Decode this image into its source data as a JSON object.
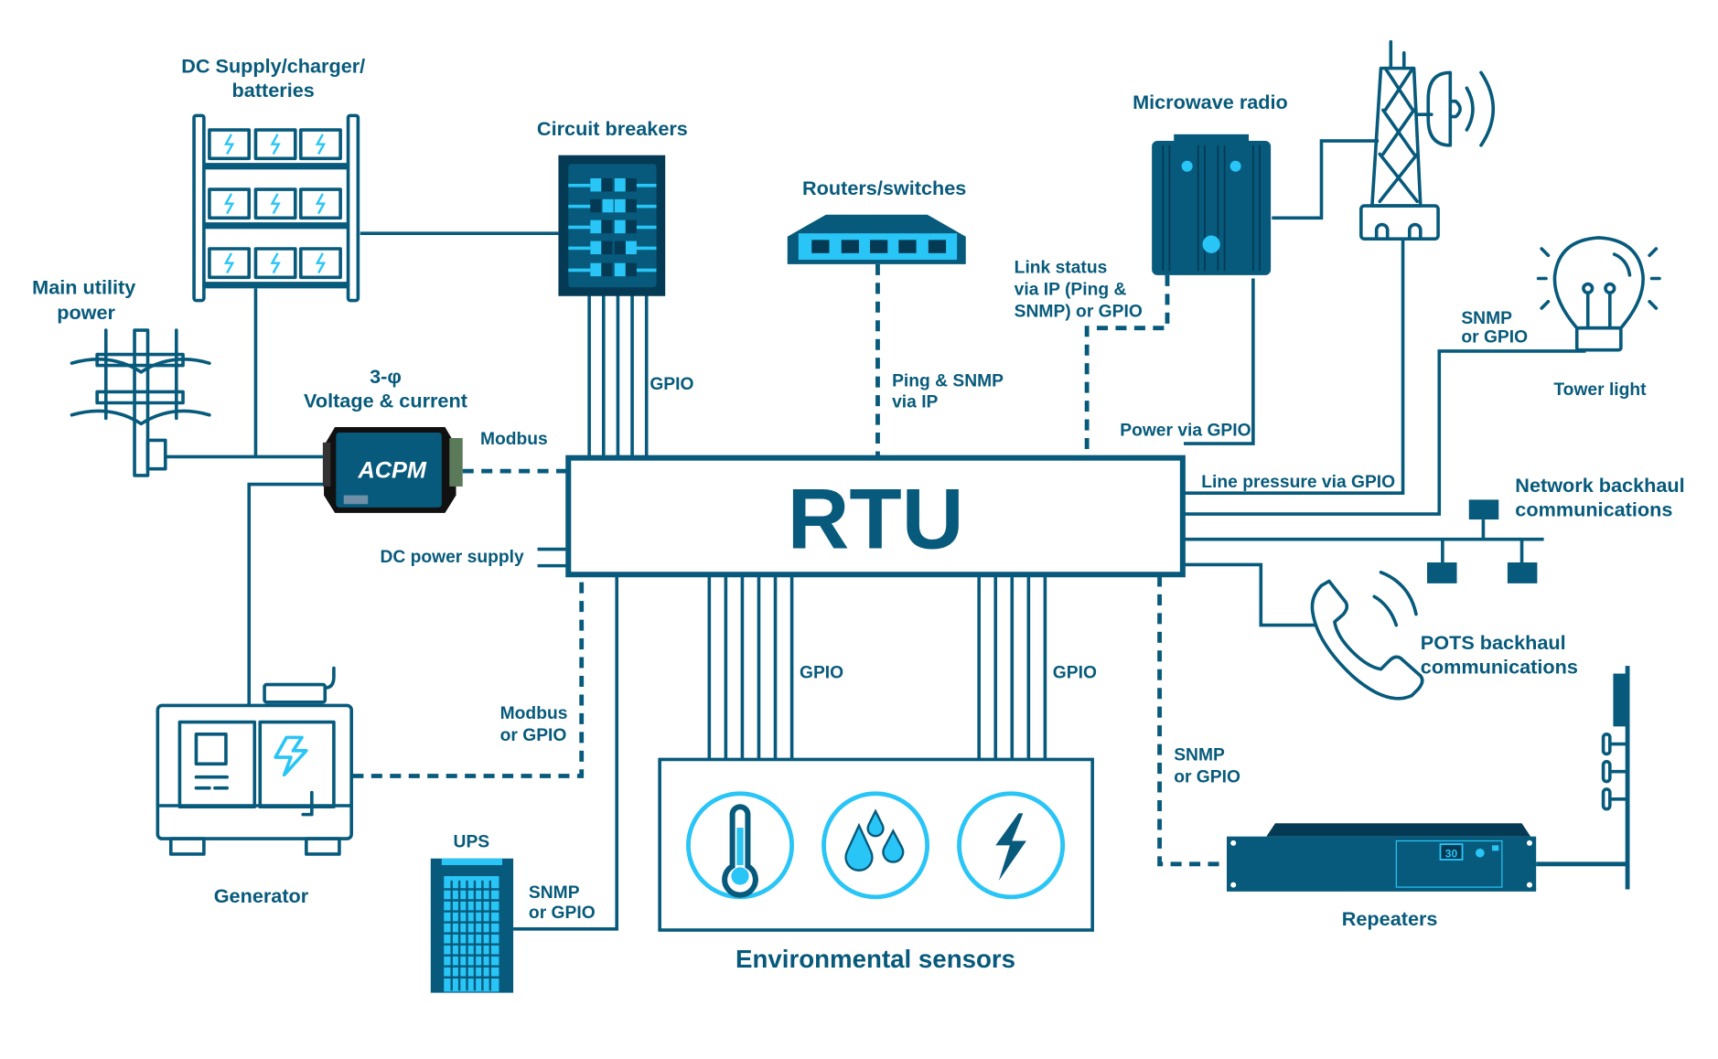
{
  "colors": {
    "primary": "#075a7b",
    "dark": "#053a55",
    "accent": "#29c5f6",
    "background": "#ffffff"
  },
  "center": {
    "label": "RTU"
  },
  "nodes": {
    "dc_supply": {
      "title_line1": "DC Supply/charger/",
      "title_line2": "batteries",
      "icon": "battery-rack-icon"
    },
    "main_utility": {
      "title_line1": "Main utility",
      "title_line2": "power",
      "icon": "utility-pole-icon"
    },
    "circuit_breakers": {
      "title": "Circuit breakers",
      "icon": "breaker-panel-icon"
    },
    "routers": {
      "title": "Routers/switches",
      "icon": "network-switch-icon"
    },
    "microwave": {
      "title": "Microwave radio",
      "icon": "microwave-radio-icon"
    },
    "tower": {
      "icon": "radio-tower-icon"
    },
    "tower_light": {
      "title": "Tower light",
      "icon": "light-bulb-icon"
    },
    "acpm": {
      "title_line1": "3-φ",
      "title_line2": "Voltage & current",
      "device_label": "ACPM",
      "icon": "power-monitor-icon"
    },
    "network_backhaul": {
      "title_line1": "Network backhaul",
      "title_line2": "communications",
      "icon": "network-topology-icon"
    },
    "pots_backhaul": {
      "title_line1": "POTS backhaul",
      "title_line2": "communications",
      "icon": "phone-icon"
    },
    "generator": {
      "title": "Generator",
      "icon": "generator-icon"
    },
    "ups": {
      "title": "UPS",
      "icon": "ups-icon"
    },
    "env_sensors": {
      "title": "Environmental sensors",
      "icons": [
        "thermometer-icon",
        "humidity-icon",
        "power-icon"
      ]
    },
    "repeaters": {
      "title": "Repeaters",
      "display_value": "30",
      "icon": "repeater-icon"
    }
  },
  "connections": {
    "circuit_breakers": "GPIO",
    "routers_line1": "Ping & SNMP",
    "routers_line2": "via IP",
    "microwave_link_line1": "Link status",
    "microwave_link_line2": "via IP (Ping &",
    "microwave_link_line3": "SNMP) or GPIO",
    "microwave_power": "Power via GPIO",
    "line_pressure": "Line pressure via GPIO",
    "tower_light_line1": "SNMP",
    "tower_light_line2": "or GPIO",
    "acpm": "Modbus",
    "dc_power": "DC power supply",
    "generator_line1": "Modbus",
    "generator_line2": "or GPIO",
    "ups_line1": "SNMP",
    "ups_line2": "or GPIO",
    "env_left": "GPIO",
    "env_right": "GPIO",
    "repeaters_line1": "SNMP",
    "repeaters_line2": "or GPIO"
  }
}
